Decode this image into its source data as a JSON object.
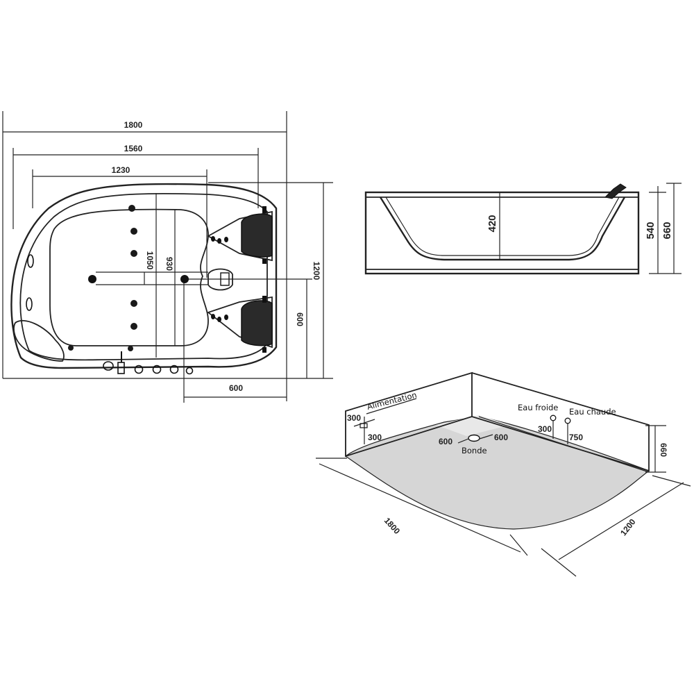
{
  "top_view": {
    "dims": {
      "overall_width": "1800",
      "inner_width": "1560",
      "basin_width": "1230",
      "overall_depth": "1200",
      "inner_depth": "1050",
      "basin_depth": "930",
      "drain_offset_y": "600",
      "drain_offset_x": "600"
    }
  },
  "side_view": {
    "dims": {
      "basin_height": "420",
      "rim_height": "540",
      "overall_height": "660"
    }
  },
  "install_view": {
    "labels": {
      "supply": "Alimentation",
      "cold_water": "Eau froide",
      "hot_water": "Eau chaude",
      "drain": "Bonde"
    },
    "dims": {
      "supply_height": "300",
      "supply_offset": "300",
      "drain_left": "600",
      "drain_right": "600",
      "cold_height": "300",
      "hot_offset": "750",
      "wall_height": "660",
      "length": "1800",
      "width": "1200"
    }
  }
}
